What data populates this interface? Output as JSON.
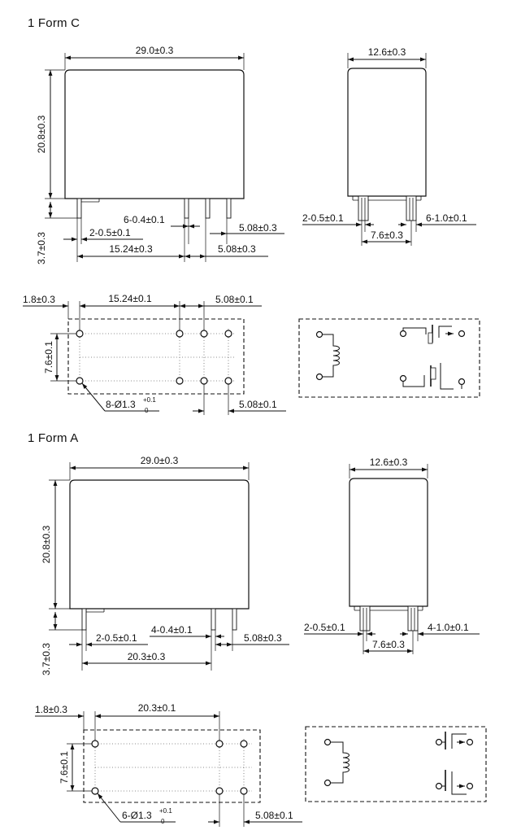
{
  "sections": {
    "form_c": {
      "title": "1 Form C",
      "front_width": "29.0±0.3",
      "height": "20.8±0.3",
      "pin_len": "3.7±0.3",
      "pin_thick": "6-0.4±0.1",
      "pin_width": "2-0.5±0.1",
      "pitch_a": "5.08±0.3",
      "pitch_b": "15.24±0.3",
      "pitch_c": "5.08±0.3",
      "side_width": "12.6±0.3",
      "side_pin_a": "2-0.5±0.1",
      "side_pin_b": "6-1.0±0.1",
      "side_row": "7.6±0.3",
      "fp_edge": "1.8±0.3",
      "fp_span": "15.24±0.1",
      "fp_pitch_top": "5.08±0.1",
      "fp_row": "7.6±0.1",
      "fp_hole_prefix": "8-Ø1.3",
      "fp_hole_tol_plus": "+0.1",
      "fp_hole_tol_minus": "0",
      "fp_pitch_bot": "5.08±0.1"
    },
    "form_a": {
      "title": "1 Form A",
      "front_width": "29.0±0.3",
      "height": "20.8±0.3",
      "pin_len": "3.7±0.3",
      "pin_width": "2-0.5±0.1",
      "pin_thick": "4-0.4±0.1",
      "pitch_a": "5.08±0.3",
      "pitch_b": "20.3±0.3",
      "side_width": "12.6±0.3",
      "side_pin_a": "2-0.5±0.1",
      "side_pin_b": "4-1.0±0.1",
      "side_row": "7.6±0.3",
      "fp_edge": "1.8±0.3",
      "fp_span": "20.3±0.1",
      "fp_row": "7.6±0.1",
      "fp_hole_prefix": "6-Ø1.3",
      "fp_hole_tol_plus": "+0.1",
      "fp_hole_tol_minus": "0",
      "fp_pitch_bot": "5.08±0.1"
    }
  }
}
